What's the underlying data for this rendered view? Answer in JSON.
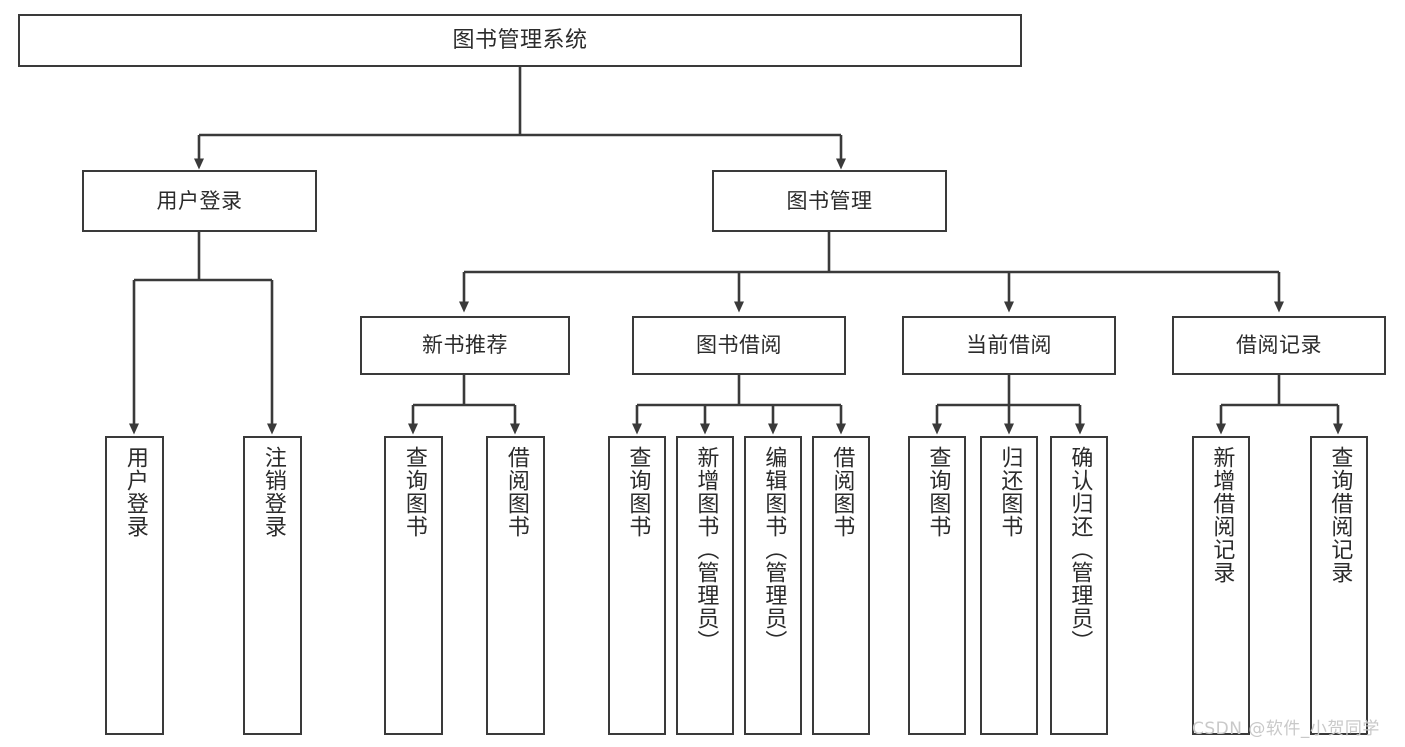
{
  "diagram": {
    "title": "图书管理系统",
    "type": "tree",
    "watermark": "CSDN @软件_小贺同学",
    "colors": {
      "stroke": "#3a3a3a",
      "fill": "#ffffff",
      "text": "#2b2b2b",
      "watermark": "#c9c9c9"
    },
    "nodes": {
      "root": {
        "label": "图书管理系统"
      },
      "level2": [
        {
          "label": "用户登录"
        },
        {
          "label": "图书管理"
        }
      ],
      "level3": [
        {
          "label": "新书推荐"
        },
        {
          "label": "图书借阅"
        },
        {
          "label": "当前借阅"
        },
        {
          "label": "借阅记录"
        }
      ],
      "leaves": {
        "user_login": [
          {
            "label": "用户登录"
          },
          {
            "label": "注销登录"
          }
        ],
        "new_book": [
          {
            "label": "查询图书"
          },
          {
            "label": "借阅图书"
          }
        ],
        "borrow_book": [
          {
            "label": "查询图书"
          },
          {
            "label": "新增图书（管理员）"
          },
          {
            "label": "编辑图书（管理员）"
          },
          {
            "label": "借阅图书"
          }
        ],
        "current_borrow": [
          {
            "label": "查询图书"
          },
          {
            "label": "归还图书"
          },
          {
            "label": "确认归还（管理员）"
          }
        ],
        "borrow_record": [
          {
            "label": "新增借阅记录"
          },
          {
            "label": "查询借阅记录"
          }
        ]
      }
    }
  }
}
